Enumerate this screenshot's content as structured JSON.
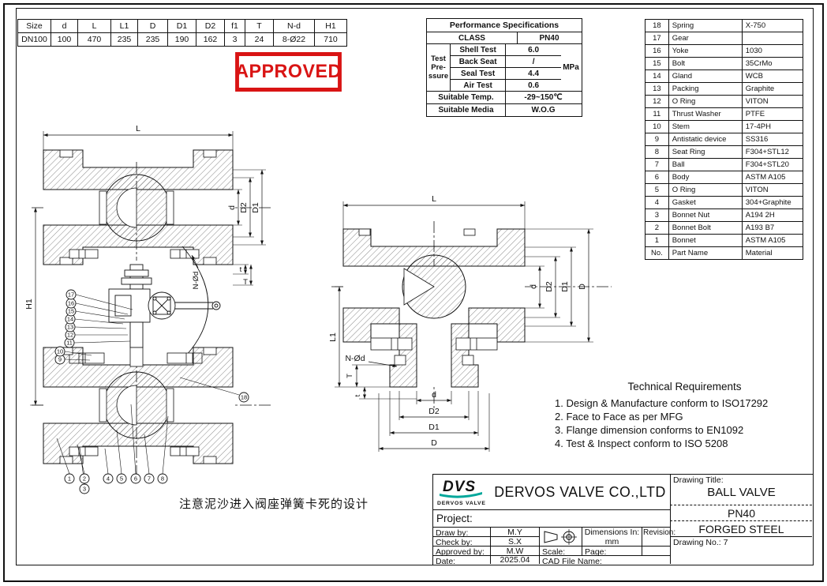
{
  "dim_table": {
    "columns": [
      {
        "h": "Size",
        "v": "DN100"
      },
      {
        "h": "d",
        "v": "100"
      },
      {
        "h": "L",
        "v": "470"
      },
      {
        "h": "L1",
        "v": "235"
      },
      {
        "h": "D",
        "v": "235"
      },
      {
        "h": "D1",
        "v": "190"
      },
      {
        "h": "D2",
        "v": "162"
      },
      {
        "h": "f1",
        "v": "3"
      },
      {
        "h": "T",
        "v": "24"
      },
      {
        "h": "N-d",
        "v": "8-Ø22"
      },
      {
        "h": "H1",
        "v": "710"
      }
    ]
  },
  "perf_table": {
    "title": "Performance Specifications",
    "class_label": "CLASS",
    "class_value": "PN40",
    "pressure_label": "Test\nPre-\nssure",
    "tests": [
      {
        "label": "Shell Test",
        "value": "6.0"
      },
      {
        "label": "Back Seat",
        "value": "/"
      },
      {
        "label": "Seal Test",
        "value": "4.4"
      },
      {
        "label": "Air Test",
        "value": "0.6"
      }
    ],
    "unit": "MPa",
    "temp_label": "Suitable Temp.",
    "temp_value": "-29~150℃",
    "media_label": "Suitable Media",
    "media_value": "W.O.G"
  },
  "parts_table": {
    "col_no": "No.",
    "col_name": "Part Name",
    "col_material": "Material",
    "rows": [
      {
        "no": "18",
        "name": "Spring",
        "material": "X-750"
      },
      {
        "no": "17",
        "name": "Gear",
        "material": ""
      },
      {
        "no": "16",
        "name": "Yoke",
        "material": "1030"
      },
      {
        "no": "15",
        "name": "Bolt",
        "material": "35CrMo"
      },
      {
        "no": "14",
        "name": "Gland",
        "material": "WCB"
      },
      {
        "no": "13",
        "name": "Packing",
        "material": "Graphite"
      },
      {
        "no": "12",
        "name": "O Ring",
        "material": "VITON"
      },
      {
        "no": "11",
        "name": "Thrust Washer",
        "material": "PTFE"
      },
      {
        "no": "10",
        "name": "Stem",
        "material": "17-4PH"
      },
      {
        "no": "9",
        "name": "Antistatic device",
        "material": "SS316"
      },
      {
        "no": "8",
        "name": "Seat Ring",
        "material": "F304+STL12"
      },
      {
        "no": "7",
        "name": "Ball",
        "material": "F304+STL20"
      },
      {
        "no": "6",
        "name": "Body",
        "material": "ASTM A105"
      },
      {
        "no": "5",
        "name": "O Ring",
        "material": "VITON"
      },
      {
        "no": "4",
        "name": "Gasket",
        "material": "304+Graphite"
      },
      {
        "no": "3",
        "name": "Bonnet Nut",
        "material": "A194 2H"
      },
      {
        "no": "2",
        "name": "Bonnet Bolt",
        "material": "A193 B7"
      },
      {
        "no": "1",
        "name": "Bonnet",
        "material": "ASTM A105"
      }
    ]
  },
  "stamp": {
    "label": "APPROVED",
    "color": "#d91414"
  },
  "tech": {
    "title": "Technical Requirements",
    "items": [
      "1. Design & Manufacture conform to ISO17292",
      "2. Face to Face as per MFG",
      "3. Flange dimension conforms to EN1092",
      "4. Test & Inspect  conform to  ISO 5208"
    ]
  },
  "note_cn": "注意泥沙进入阀座弹簧卡死的设计",
  "title_block": {
    "logo_text": "DVS",
    "logo_sub": "DERVOS VALVE",
    "logo_color": "#00a79b",
    "company": "DERVOS VALVE CO.,LTD",
    "project_label": "Project:",
    "draw_by_label": "Draw by:",
    "draw_by": "M.Y",
    "check_by_label": "Check by:",
    "check_by": "S.X",
    "approved_by_label": "Approved by:",
    "approved_by": "M.W",
    "date_label": "Date:",
    "date": "2025.04",
    "scale_label": "Scale:",
    "page_label": "Page:",
    "cad_label": "CAD File Name:",
    "dimensions_label": "Dimensions In:",
    "dimensions_value": "mm",
    "revision_label": "Revision:",
    "drawing_title_label": "Drawing Title:",
    "drawing_title": "BALL VALVE",
    "pressure_class": "PN40",
    "material": "FORGED STEEL",
    "drawing_no_label": "Drawing No.:",
    "drawing_no": "7"
  },
  "drawing": {
    "balloons": [
      "1",
      "2",
      "3",
      "4",
      "5",
      "6",
      "7",
      "8",
      "9",
      "10",
      "11",
      "12",
      "13",
      "14",
      "15",
      "16",
      "17",
      "18"
    ],
    "left": {
      "L": "L",
      "H1": "H1",
      "d": "d",
      "D2": "D2",
      "D1": "D1",
      "t": "t",
      "T": "T",
      "Nd": "N-Ød"
    },
    "right": {
      "L": "L",
      "L1": "L1",
      "Nd": "N-Ød",
      "T": "T",
      "t": "t",
      "d_b": "d",
      "D2_b": "D2",
      "D1_b": "D1",
      "D_b": "D",
      "d_r": "d",
      "D2_r": "D2",
      "D1_r": "D1",
      "D_r": "D"
    }
  }
}
